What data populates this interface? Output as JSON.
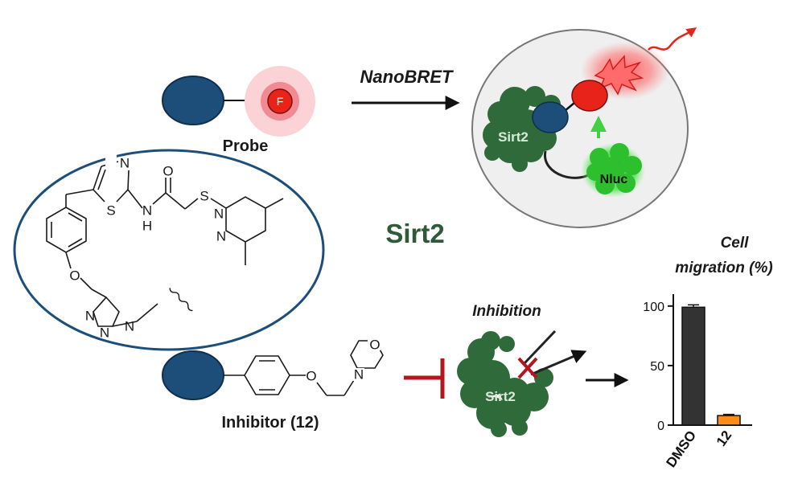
{
  "labels": {
    "nanobret": "NanoBRET",
    "probe": "Probe",
    "probe_fluor": "F",
    "sirt2_center": "Sirt2",
    "inhibitor": "Inhibitor (12)",
    "inhibition": "Inhibition",
    "sirt2_cell": "Sirt2",
    "nluc": "Nluc",
    "sirt2_inhibited": "Sirt2"
  },
  "chemistry": {
    "probe_atoms": [
      "S",
      "N",
      "O",
      "N",
      "H",
      "S",
      "N",
      "N",
      "O",
      "N",
      "N",
      "N"
    ],
    "inhibitor_atoms": [
      "O",
      "O",
      "N"
    ]
  },
  "colors": {
    "dark_blue": "#1d4e7a",
    "protein_green": "#2f6b3a",
    "sirt2_title": "#2f5a38",
    "inhibit_red": "#b3171d",
    "fluor_red": "#e8231a",
    "nluc_green": "#3ed43e",
    "bar_dmso": "#333333",
    "bar_12": "#ff8c1a"
  },
  "chart_data": {
    "type": "bar",
    "title": "Cell migration (%)",
    "categories": [
      "DMSO",
      "12"
    ],
    "values": [
      99,
      8
    ],
    "errors": [
      2,
      1
    ],
    "ylim": [
      0,
      110
    ],
    "yticks": [
      0,
      50,
      100
    ],
    "xlabel": "",
    "ylabel": ""
  }
}
